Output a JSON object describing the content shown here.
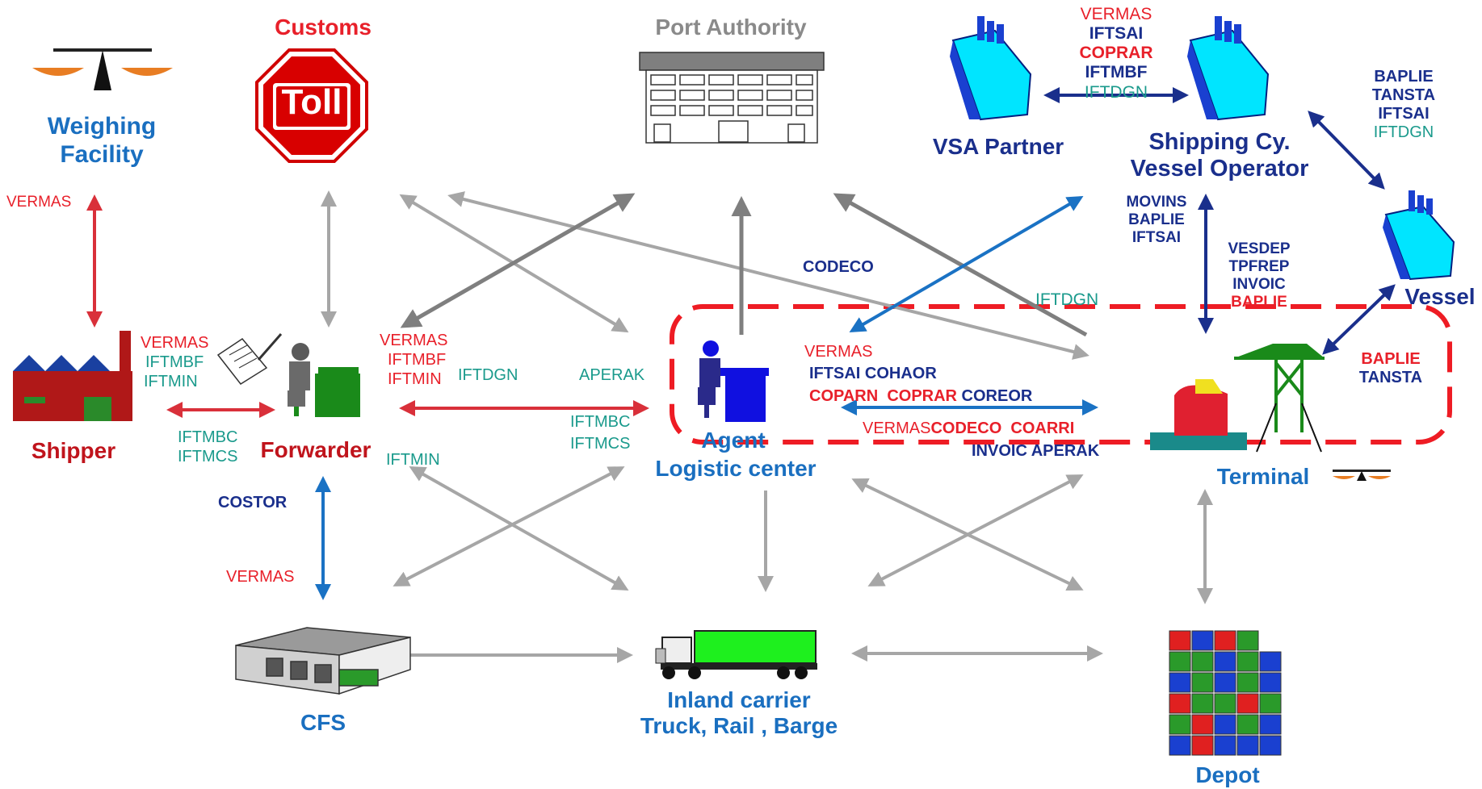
{
  "colors": {
    "red": "#e8202a",
    "dark_red": "#c0141c",
    "navy": "#1a2f8c",
    "blue": "#1a6fc0",
    "teal": "#1a9a8c",
    "gray": "#8a8a8a",
    "dashed_red": "#ee1c24"
  },
  "nodes": {
    "customs": "Customs",
    "port_authority": "Port Authority",
    "weighing_1": "Weighing",
    "weighing_2": "Facility",
    "vsa_partner": "VSA Partner",
    "shipping_1": "Shipping Cy.",
    "shipping_2": "Vessel Operator",
    "vessel": "Vessel",
    "shipper": "Shipper",
    "forwarder": "Forwarder",
    "agent": "Agent",
    "logistic_center": "Logistic center",
    "terminal": "Terminal",
    "cfs": "CFS",
    "inland_1": "Inland carrier",
    "inland_2": "Truck, Rail , Barge",
    "depot": "Depot",
    "toll_sign": "Toll"
  },
  "messages": {
    "vsa_link": [
      "VERMAS",
      "IFTSAI",
      "COPRAR",
      "IFTMBF",
      "IFTDGN"
    ],
    "vessel_link": [
      "BAPLIE",
      "TANSTA",
      "IFTSAI",
      "IFTDGN"
    ],
    "shipping_terminal_left": [
      "MOVINS",
      "BAPLIE",
      "IFTSAI"
    ],
    "shipping_terminal_right": [
      "VESDEP",
      "TPFREP",
      "INVOIC",
      "BAPLIE"
    ],
    "weighing_shipper": "VERMAS",
    "codeco_top": "CODECO",
    "iftdgn_top": "IFTDGN",
    "shipper_fwd_top": [
      "VERMAS",
      "IFTMBF",
      "IFTMIN"
    ],
    "shipper_fwd_bottom": [
      "IFTMBC",
      "IFTMCS"
    ],
    "fwd_agent_left": [
      "VERMAS",
      "IFTMBF",
      "IFTMIN"
    ],
    "fwd_agent_iftdgn": "IFTDGN",
    "fwd_agent_aperak": "APERAK",
    "fwd_agent_right": [
      "IFTMBC",
      "IFTMCS"
    ],
    "fwd_iftmin": "IFTMIN",
    "agent_terminal_vermas": "VERMAS",
    "agent_terminal_row1": "IFTSAI COHAOR",
    "agent_terminal_row2": [
      "COPARN",
      "COPRAR",
      "COREOR"
    ],
    "agent_terminal_row3_vermas": "VERMAS",
    "agent_terminal_row3": [
      "CODECO",
      "COARRI"
    ],
    "agent_terminal_row4": "INVOIC APERAK",
    "vessel_terminal": [
      "BAPLIE",
      "TANSTA"
    ],
    "costor": "COSTOR",
    "fwd_cfs_vermas": "VERMAS"
  }
}
